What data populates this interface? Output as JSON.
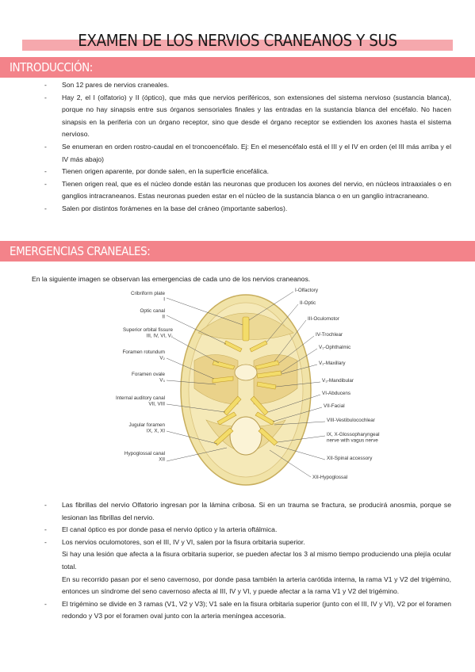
{
  "title": "EXAMEN DE LOS NERVIOS CRANEANOS Y SUS SINDROMES",
  "sections": {
    "intro": "INTRODUCCIÓN:",
    "emergencias": "EMERGENCIAS CRANEALES:"
  },
  "intro_bullets": [
    [
      "Son 12 pares de nervios craneales."
    ],
    [
      "Hay 2, el I (olfatorio) y II (óptico), que más que nervios periféricos, son extensiones del sistema nervioso (sustancia blanca), porque no hay sinapsis entre sus órganos sensoriales finales y las entradas en la sustancia blanca del encéfalo. No hacen sinapsis en la periferia con un órgano receptor, sino que desde el órgano receptor se extienden los axones hasta el sistema nervioso."
    ],
    [
      "Se enumeran en orden rostro-caudal en el troncoencéfalo. Ej: En el mesencéfalo está el III y el IV en orden (el III más arriba y el IV más abajo)"
    ],
    [
      "Tienen origen aparente, por donde salen, en la superficie encefálica."
    ],
    [
      "Tienen origen real, que es el núcleo donde están las neuronas que producen los axones del nervio, en núcleos intraaxiales o en ganglios intracraneanos. Estas neuronas pueden estar en el núcleo de la sustancia blanca o en un ganglio intracraneano."
    ],
    [
      "Salen por distintos forámenes en la base del cráneo (importante saberlos)."
    ]
  ],
  "figure_intro": "En la siguiente imagen se observan las emergencias de cada uno de los nervios craneanos.",
  "figure_labels_left": [
    [
      "Cribriform plate",
      "I"
    ],
    [
      "Optic canal",
      "II"
    ],
    [
      "Superior orbital fissure",
      "III, IV, VI, V₁"
    ],
    [
      "Foramen rotundum",
      "V₂"
    ],
    [
      "Foramen ovale",
      "V₃"
    ],
    [
      "Internal auditory canal",
      "VII, VIII"
    ],
    [
      "Jugular foramen",
      "IX, X, XI"
    ],
    [
      "Hypoglossal canal",
      "XII"
    ]
  ],
  "figure_labels_right": [
    [
      "I-Olfactory"
    ],
    [
      "II-Optic"
    ],
    [
      "III-Oculomotor"
    ],
    [
      "IV-Trochlear"
    ],
    [
      "V₁-Ophthalmic"
    ],
    [
      "V₂-Maxillary"
    ],
    [
      "V₃-Mandibular"
    ],
    [
      "VI-Abducens"
    ],
    [
      "VII-Facial"
    ],
    [
      "VIII-Vestibulocochlear"
    ],
    [
      "IX, X-Glossopharyngeal",
      "nerve with vagus nerve"
    ],
    [
      "XII-Spinal accessory"
    ],
    [
      "XII-Hypoglossal"
    ]
  ],
  "emergencias_bullets": [
    [
      "Las fibrillas del nervio Olfatorio ingresan por la lámina cribosa. Si en un trauma se fractura, se producirá anosmia, porque se lesionan las fibrillas del nervio."
    ],
    [
      "El canal óptico es por donde pasa el nervio óptico y la arteria oftálmica."
    ],
    [
      "Los nervios oculomotores, son el III, IV y VI, salen por la fisura orbitaria superior.",
      "Si hay una lesión que afecta a la fisura orbitaria superior, se pueden afectar los 3 al mismo tiempo produciendo una plejía ocular total.",
      "En su recorrido pasan por el seno cavernoso, por donde pasa también la arteria carótida interna, la rama V1 y V2 del trigémino, entonces un síndrome del seno cavernoso afecta al III, IV y VI, y puede afectar a la rama V1 y V2 del trigémino."
    ],
    [
      "El trigémino se divide en 3 ramas (V1, V2 y V3); V1 sale en la fisura orbitaria superior (junto con el III, IV y VI), V2 por el foramen redondo y V3 por el foramen oval junto con la arteria meníngea accesoria."
    ]
  ],
  "colors": {
    "section_bar": "#f3838a",
    "title_highlight": "#f6a8ad",
    "bone": "#eed98f",
    "nerve": "#f3dc6a"
  }
}
